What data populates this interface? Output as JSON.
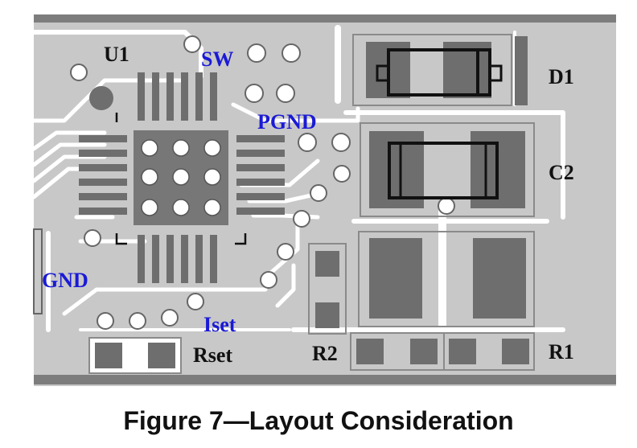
{
  "figure": {
    "caption": "Figure 7—Layout Consideration"
  },
  "labels": {
    "u1": "U1",
    "sw": "SW",
    "pgnd": "PGND",
    "gnd": "GND",
    "iset": "Iset",
    "rset": "Rset",
    "r2": "R2",
    "r1": "R1",
    "d1": "D1",
    "c2": "C2"
  },
  "colors": {
    "board": "#c8c8c8",
    "trace": "#ffffff",
    "pad": "#6e6e6e",
    "silkscreen": "#111111",
    "net_label": "#1a1ad6",
    "edge": "#7d7d7d"
  }
}
